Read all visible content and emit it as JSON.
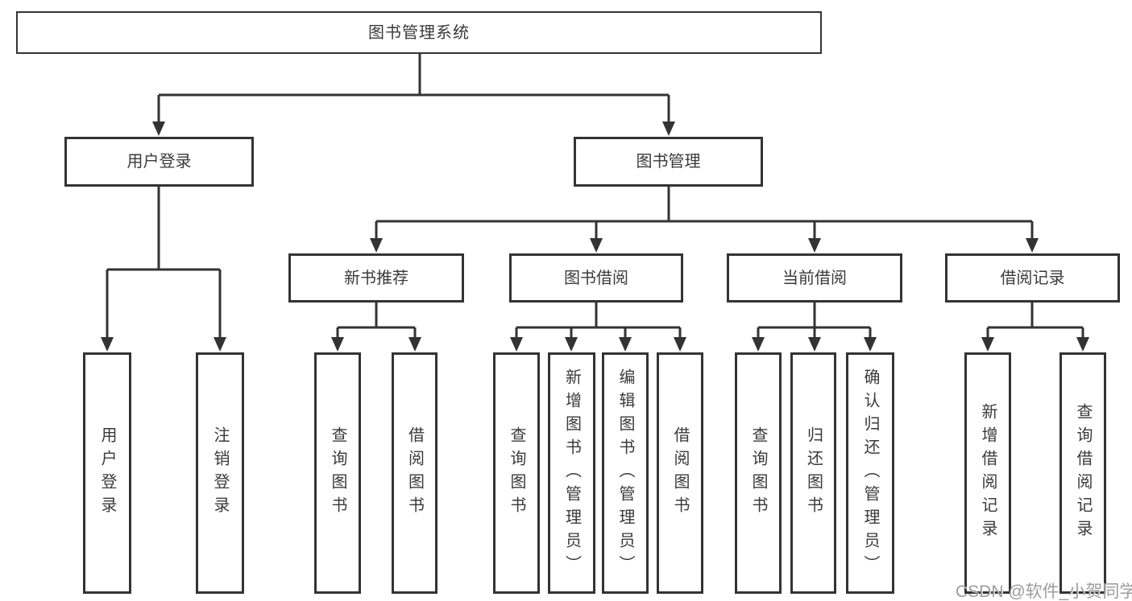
{
  "diagram": {
    "root": {
      "label": "图书管理系统"
    },
    "branches": {
      "user_login": {
        "label": "用户登录"
      },
      "book_mgmt": {
        "label": "图书管理"
      }
    },
    "modules": {
      "new_book_rec": {
        "label": "新书推荐"
      },
      "book_borrow": {
        "label": "图书借阅"
      },
      "current_borrow": {
        "label": "当前借阅"
      },
      "borrow_records": {
        "label": "借阅记录"
      }
    },
    "leaves": {
      "login": {
        "label": "用户登录"
      },
      "logout": {
        "label": "注销登录"
      },
      "rec_query_book": {
        "label": "查询图书"
      },
      "rec_borrow_book": {
        "label": "借阅图书"
      },
      "bor_query_book": {
        "label": "查询图书"
      },
      "bor_add_book": {
        "label": "新增图书（管理员）"
      },
      "bor_edit_book": {
        "label": "编辑图书（管理员）"
      },
      "bor_borrow_book": {
        "label": "借阅图书"
      },
      "cur_query_book": {
        "label": "查询图书"
      },
      "cur_return_book": {
        "label": "归还图书"
      },
      "cur_confirm_return": {
        "label": "确认归还（管理员）"
      },
      "log_add_record": {
        "label": "新增借阅记录"
      },
      "log_query_record": {
        "label": "查询借阅记录"
      }
    }
  },
  "watermark": {
    "text": "CSDN @软件_小贺同学"
  },
  "colors": {
    "line": "#333333",
    "text": "#3a3a3a",
    "background": "#ffffff",
    "watermark": "#9c9c9c"
  }
}
